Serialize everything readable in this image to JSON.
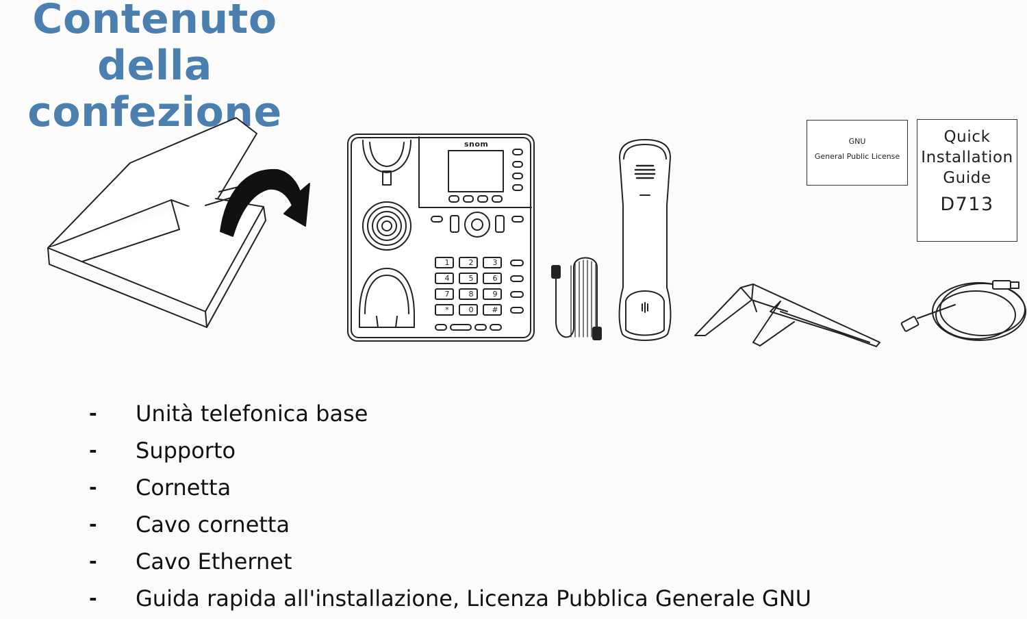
{
  "title": {
    "line1": "Contenuto della",
    "line2": "confezione"
  },
  "phone_brand": "snom",
  "documents": {
    "gnu": {
      "line1": "GNU",
      "line2": "General Public License"
    },
    "quick_guide": {
      "line1": "Quick",
      "line2": "Installation",
      "line3": "Guide",
      "model": "D713"
    }
  },
  "keypad": [
    "1",
    "2",
    "3",
    "4",
    "5",
    "6",
    "7",
    "8",
    "9",
    "*",
    "0",
    "#"
  ],
  "contents": [
    "Unità telefonica base",
    "Supporto",
    "Cornetta",
    "Cavo cornetta",
    "Cavo Ethernet",
    "Guida rapida all'installazione, Licenza Pubblica Generale GNU"
  ],
  "bullet": "-"
}
